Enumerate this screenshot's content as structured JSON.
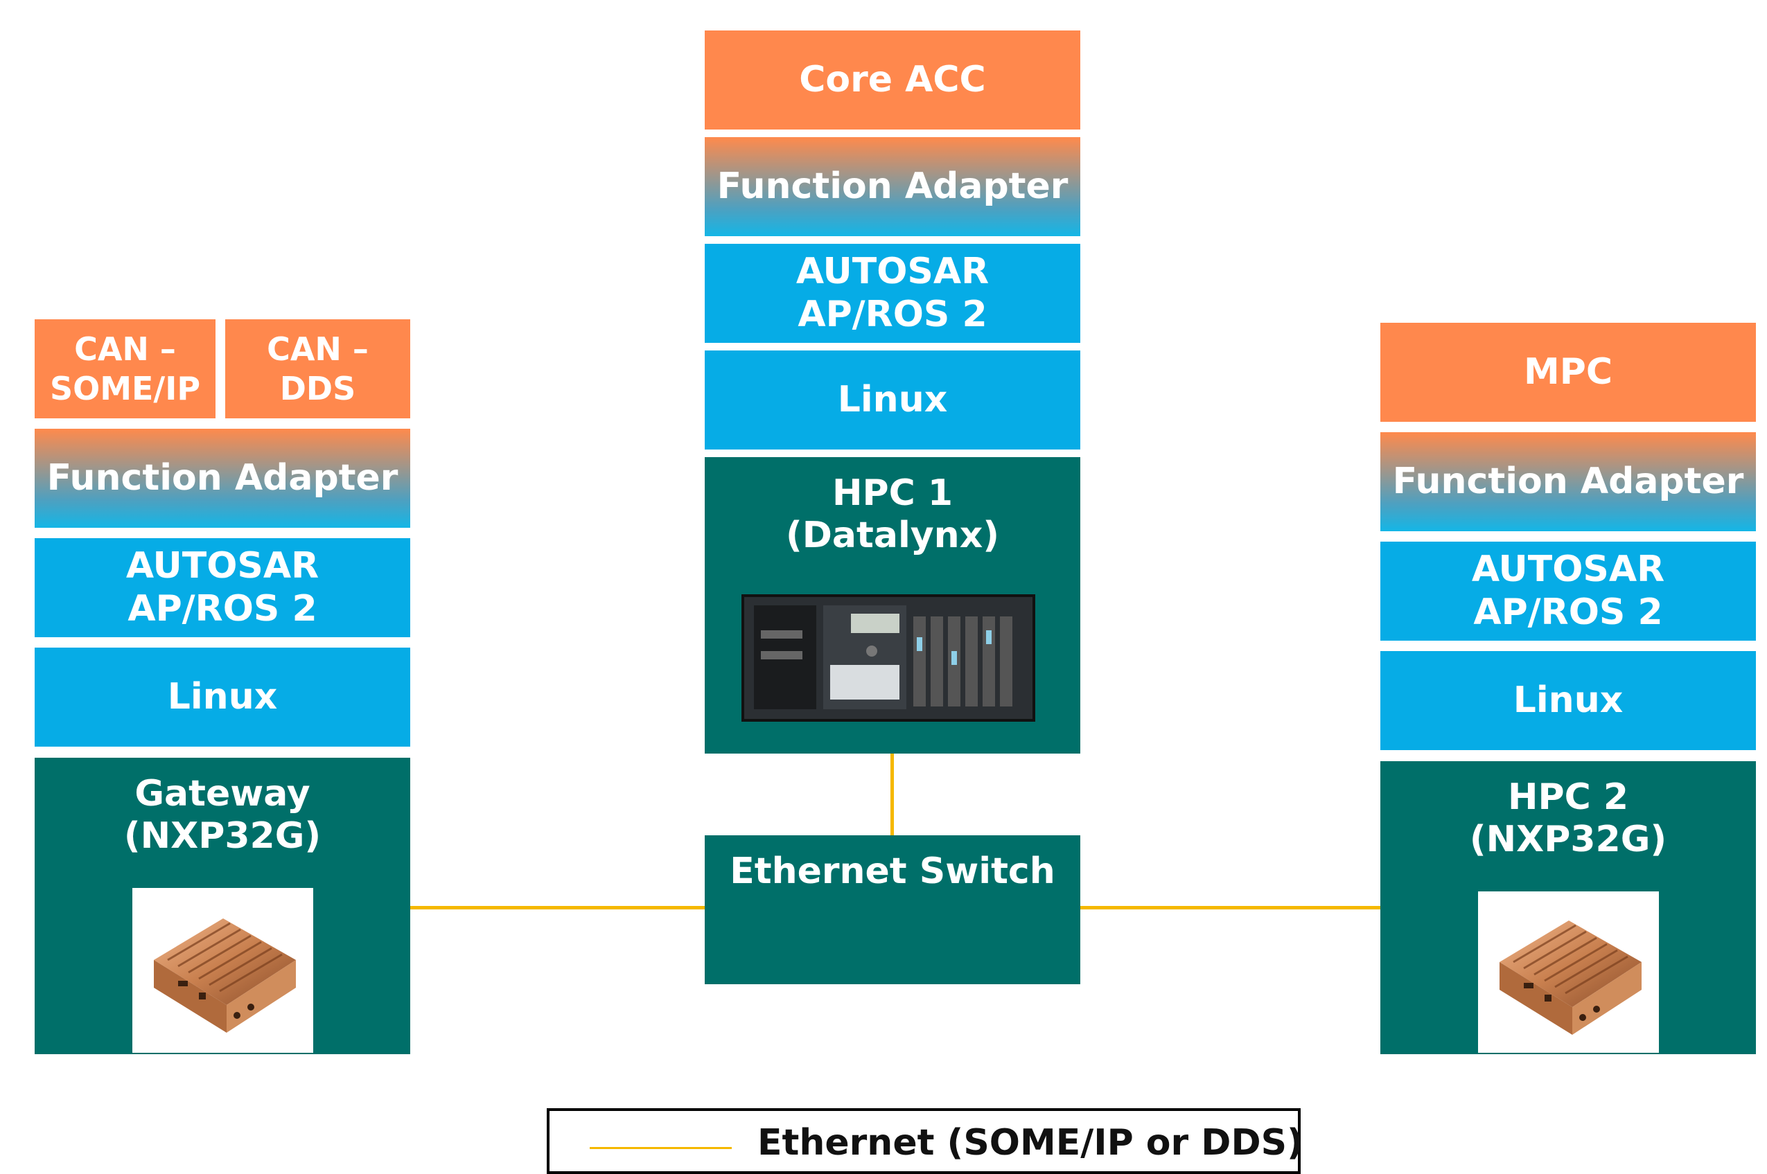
{
  "left_stack": {
    "can_someip": "CAN –\nSOME/IP",
    "can_dds": "CAN –\nDDS",
    "function_adapter": "Function Adapter",
    "autosar": "AUTOSAR\nAP/ROS 2",
    "linux": "Linux",
    "hardware": "Gateway\n(NXP32G)"
  },
  "center_stack": {
    "core_acc": "Core ACC",
    "function_adapter": "Function Adapter",
    "autosar": "AUTOSAR\nAP/ROS 2",
    "linux": "Linux",
    "hardware": "HPC 1\n(Datalynx)"
  },
  "right_stack": {
    "mpc": "MPC",
    "function_adapter": "Function Adapter",
    "autosar": "AUTOSAR\nAP/ROS 2",
    "linux": "Linux",
    "hardware": "HPC 2\n(NXP32G)"
  },
  "switch": {
    "label": "Ethernet Switch"
  },
  "legend": {
    "ethernet": "Ethernet (SOME/IP or DDS)"
  },
  "colors": {
    "orange": "#ff884d",
    "blue": "#06ace6",
    "teal": "#006f69",
    "ethernet_line": "#f5b800"
  }
}
